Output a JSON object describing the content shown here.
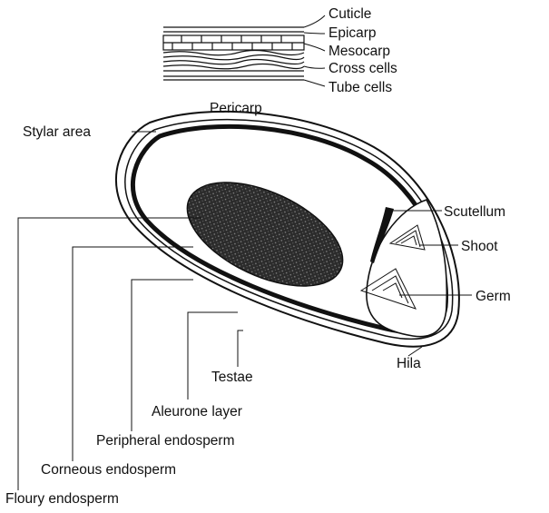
{
  "labels": {
    "cuticle": "Cuticle",
    "epicarp": "Epicarp",
    "mesocarp": "Mesocarp",
    "cross_cells": "Cross cells",
    "tube_cells": "Tube cells",
    "pericarp": "Pericarp",
    "stylar_area": "Stylar area",
    "scutellum": "Scutellum",
    "shoot": "Shoot",
    "germ": "Germ",
    "hila": "Hila",
    "testae": "Testae",
    "aleurone_layer": "Aleurone layer",
    "peripheral_endosperm": "Peripheral endosperm",
    "corneous_endosperm": "Corneous endosperm",
    "floury_endosperm": "Floury endosperm"
  },
  "colors": {
    "ink": "#111111",
    "starch_fill": "#2b2b2b",
    "background": "#ffffff"
  }
}
